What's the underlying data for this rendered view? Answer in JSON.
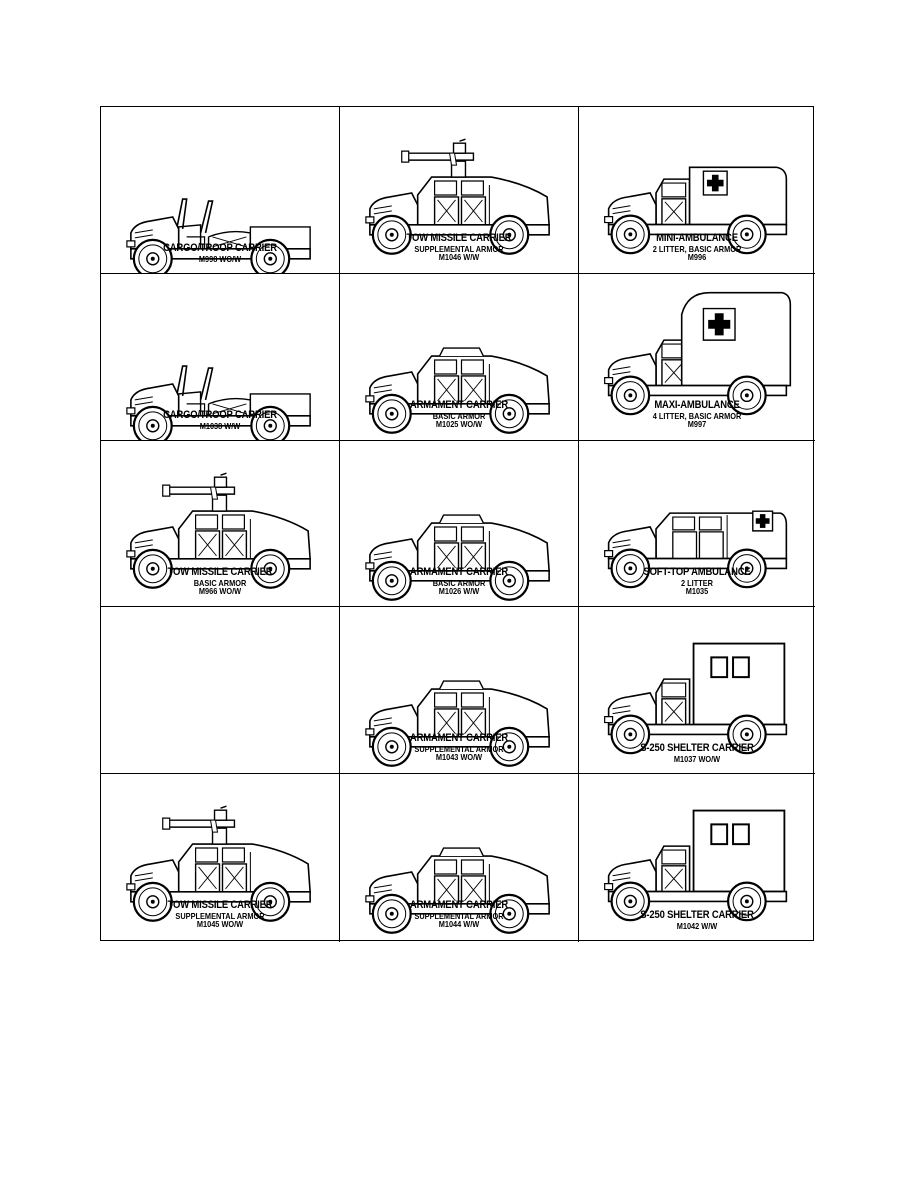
{
  "cells": [
    {
      "variant": "cargo",
      "lines": [
        "CARGO/TROOP CARRIER",
        "M998 WO/W"
      ]
    },
    {
      "variant": "tow",
      "lines": [
        "TOW MISSILE CARRIER",
        "SUPPLEMENTAL ARMOR",
        "M1046 W/W"
      ]
    },
    {
      "variant": "mini-ambulance",
      "lines": [
        "MINI-AMBULANCE",
        "2 LITTER, BASIC ARMOR",
        "M996"
      ]
    },
    {
      "variant": "cargo",
      "lines": [
        "CARGO/TROOP CARRIER",
        "M1038 W/W"
      ]
    },
    {
      "variant": "armament",
      "lines": [
        "ARMAMENT CARRIER",
        "BASIC ARMOR",
        "M1025 WO/W"
      ]
    },
    {
      "variant": "maxi-ambulance",
      "lines": [
        "MAXI-AMBULANCE",
        "4 LITTER, BASIC ARMOR",
        "M997"
      ]
    },
    {
      "variant": "tow",
      "lines": [
        "TOW MISSILE CARRIER",
        "BASIC ARMOR",
        "M966 WO/W"
      ]
    },
    {
      "variant": "armament",
      "lines": [
        "ARMAMENT CARRIER",
        "BASIC ARMOR",
        "M1026 W/W"
      ]
    },
    {
      "variant": "soft-top-ambulance",
      "lines": [
        "SOFT-TOP AMBULANCE",
        "2 LITTER",
        "M1035"
      ]
    },
    {
      "variant": "empty",
      "lines": []
    },
    {
      "variant": "armament",
      "lines": [
        "ARMAMENT CARRIER",
        "SUPPLEMENTAL ARMOR",
        "M1043 WO/W"
      ]
    },
    {
      "variant": "shelter",
      "lines": [
        "S-250 SHELTER CARRIER",
        "M1037 WO/W"
      ]
    },
    {
      "variant": "tow",
      "lines": [
        "TOW MISSILE CARRIER",
        "SUPPLEMENTAL ARMOR",
        "M1045 WO/W"
      ]
    },
    {
      "variant": "armament",
      "lines": [
        "ARMAMENT CARRIER",
        "SUPPLEMENTAL ARMOR",
        "M1044 W/W"
      ]
    },
    {
      "variant": "shelter",
      "lines": [
        "S-250 SHELTER CARRIER",
        "M1042 W/W"
      ]
    }
  ]
}
